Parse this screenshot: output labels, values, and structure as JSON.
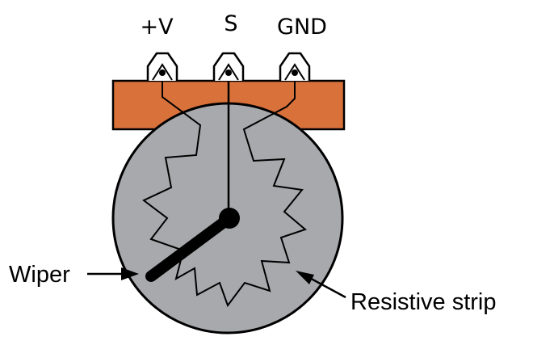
{
  "terminals": {
    "vplus": {
      "label": "+V"
    },
    "signal": {
      "label": "S"
    },
    "ground": {
      "label": "GND"
    }
  },
  "callouts": {
    "wiper": {
      "label": "Wiper"
    },
    "strip": {
      "label": "Resistive strip"
    }
  },
  "colors": {
    "terminal_block": "#D9713B",
    "body": "#A7A9AC",
    "outline": "#000000",
    "wiper": "#000000"
  }
}
